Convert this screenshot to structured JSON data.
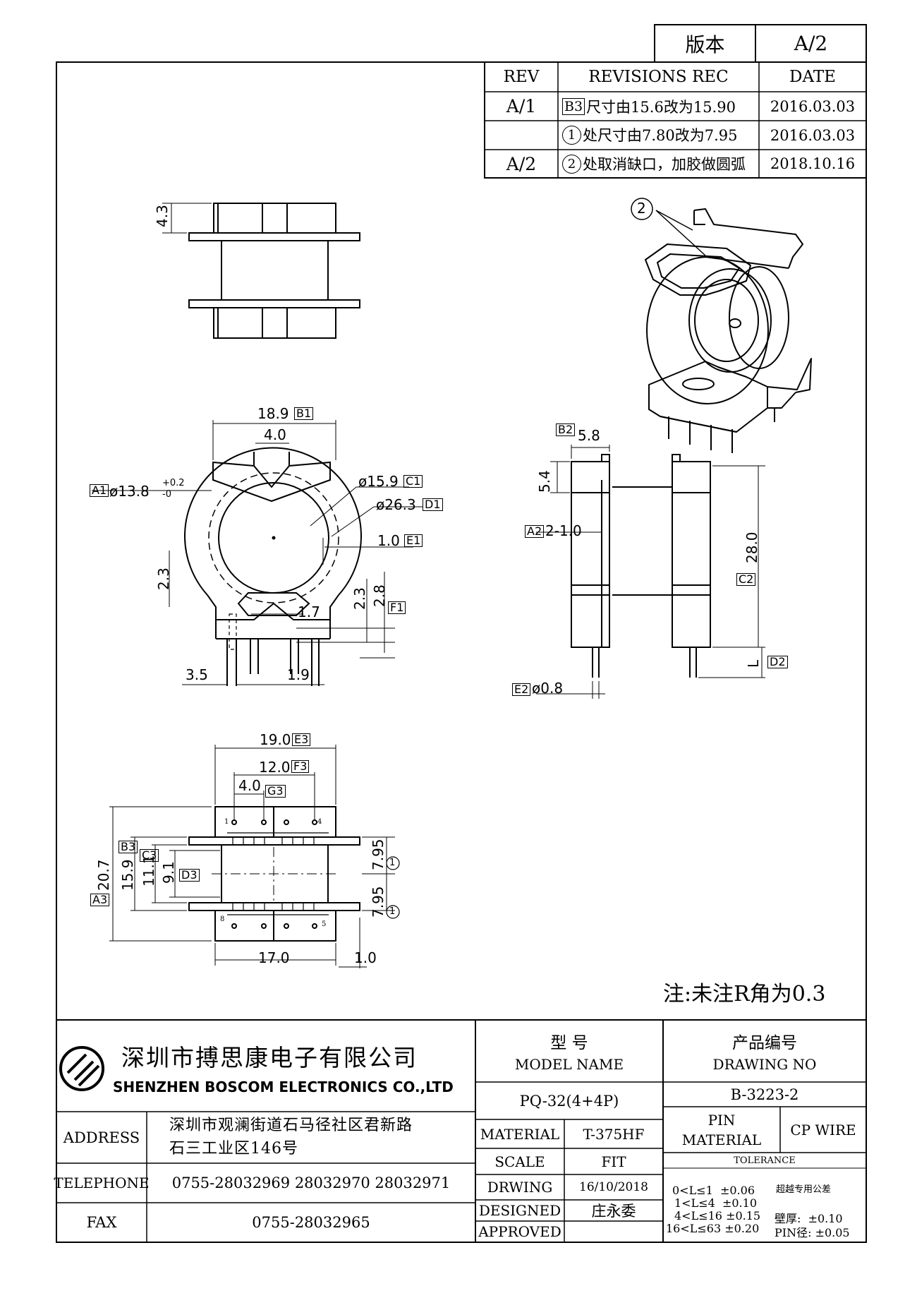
{
  "version_box": {
    "label": "版本",
    "value": "A/2"
  },
  "revisions": {
    "headers": [
      "REV",
      "REVISIONS REC",
      "DATE"
    ],
    "rows": [
      {
        "rev": "A/1",
        "mark": "B3",
        "text": "尺寸由15.6改为15.90",
        "date": "2016.03.03"
      },
      {
        "rev": "",
        "mark": "1",
        "text": "处尺寸由7.80改为7.95",
        "date": "2016.03.03"
      },
      {
        "rev": "A/2",
        "mark": "2",
        "text": "处取消缺口，加胶做圆弧",
        "date": "2018.10.16"
      }
    ]
  },
  "top_view": {
    "dim_height": "4.3"
  },
  "iso_view": {
    "callout": "2"
  },
  "front_view": {
    "dims": {
      "width": "18.9",
      "width_ref": "B1",
      "slot": "4.0",
      "inner_dia": "ø13.8",
      "inner_dia_tol_plus": "+0.2",
      "inner_dia_tol_minus": "-0",
      "inner_dia_ref": "A1",
      "mid_dia": "ø15.9",
      "mid_dia_ref": "C1",
      "outer_dia": "ø26.3",
      "outer_dia_ref": "D1",
      "wall": "1.0",
      "wall_ref": "E1",
      "left_h": "2.3",
      "right_h1": "2.3",
      "right_h2": "2.8",
      "right_ref": "F1",
      "gap": "1.7",
      "pin_off": "3.5",
      "pin_pitch": "1.9"
    }
  },
  "side_view": {
    "dims": {
      "flange_w": "5.8",
      "flange_w_ref": "B2",
      "flange_h": "5.4",
      "wall": "2-1.0",
      "wall_ref": "A2",
      "height": "28.0",
      "height_ref": "C2",
      "pin_len": "L",
      "pin_len_ref": "D2",
      "pin_dia": "ø0.8",
      "pin_dia_ref": "E2"
    }
  },
  "bottom_view": {
    "dims": {
      "width": "19.0",
      "width_ref": "E3",
      "pin_span": "12.0",
      "pin_span_ref": "F3",
      "pin_gap": "4.0",
      "pin_gap_ref": "G3",
      "total_h": "20.7",
      "total_h_ref": "A3",
      "h2": "15.9",
      "h2_ref": "B3",
      "h3": "11.1",
      "h3_ref": "C3",
      "h4": "9.1",
      "h4_ref": "D3",
      "upper": "7.95",
      "lower": "7.95",
      "mark": "1",
      "base_w": "17.0",
      "edge": "1.0"
    },
    "pins": [
      "1",
      "4",
      "8",
      "5"
    ]
  },
  "note": "注:未注R角为0.3",
  "company": {
    "name_cn": "深圳市搏思康电子有限公司",
    "name_en": "SHENZHEN  BOSCOM  ELECTRONICS  CO.,LTD"
  },
  "title_block": {
    "model_label_cn": "型       号",
    "model_label_en": "MODEL NAME",
    "drawing_label_cn": "产品编号",
    "drawing_label_en": "DRAWING NO",
    "model": "PQ-32(4+4P)",
    "drawing_no": "B-3223-2",
    "address_label": "ADDRESS",
    "address_line1": "深圳市观澜街道石马径社区君新路",
    "address_line2": "石三工业区146号",
    "telephone_label": "TELEPHONE",
    "telephone": "0755-28032969  28032970  28032971",
    "fax_label": "FAX",
    "fax": "0755-28032965",
    "material_label": "MATERIAL",
    "material": "T-375HF",
    "scale_label": "SCALE",
    "scale": "FIT",
    "drwing_label": "DRWING",
    "drwing": "16/10/2018",
    "designed_label": "DESIGNED",
    "designed": "庄永委",
    "approved_label": "APPROVED",
    "pin_material_label1": "PIN",
    "pin_material_label2": "MATERIAL",
    "pin_material": "CP WIRE",
    "tolerance_label": "TOLERANCE",
    "tolerances": [
      {
        "range": "0<L≤1",
        "value": "±0.06"
      },
      {
        "range": "1<L≤4",
        "value": "±0.10"
      },
      {
        "range": "4<L≤16",
        "value": "±0.15"
      },
      {
        "range": "16<L≤63",
        "value": "±0.20"
      }
    ],
    "tol_note": "超越专用公差",
    "wall_label": "壁厚:",
    "wall_tol": "±0.10",
    "pin_dia_label": "PIN径:",
    "pin_dia_tol": "±0.05"
  }
}
